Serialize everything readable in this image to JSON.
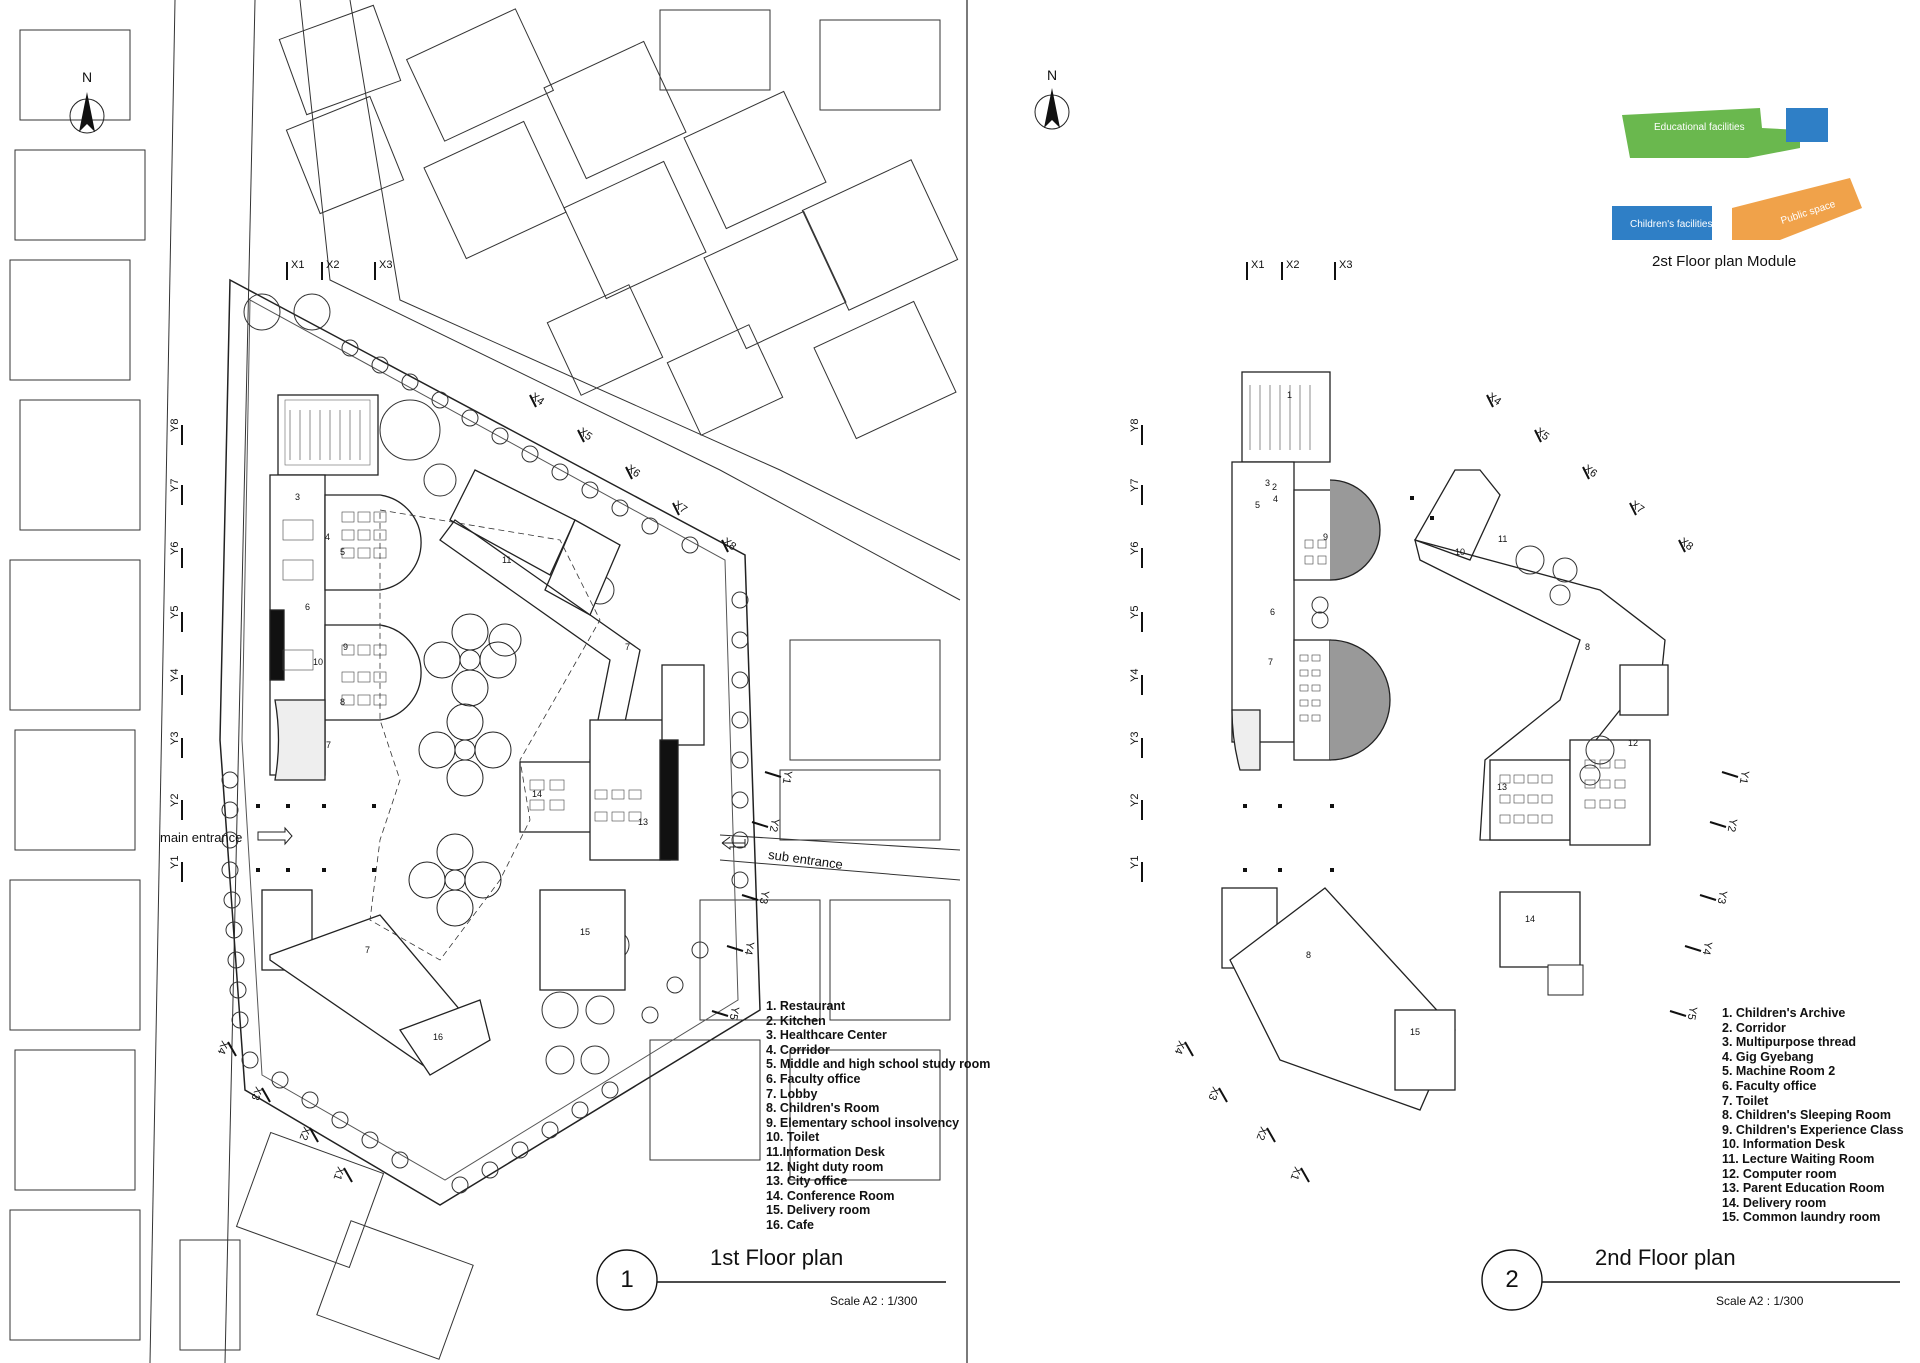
{
  "sheet1": {
    "north": "N",
    "title": "1st Floor plan",
    "number": "1",
    "scale": "Scale A2 : 1/300",
    "main_entrance": "main entrance",
    "sub_entrance": "sub entrance",
    "grid_x": [
      "X1",
      "X2",
      "X3",
      "X4",
      "X5",
      "X6",
      "X7",
      "X8"
    ],
    "grid_x_lower": [
      "X4",
      "X3",
      "X2",
      "X1"
    ],
    "grid_y": [
      "Y8",
      "Y7",
      "Y6",
      "Y5",
      "Y4",
      "Y3",
      "Y2",
      "Y1"
    ],
    "grid_y_right": [
      "Y1",
      "Y2",
      "Y3",
      "Y4",
      "Y5"
    ],
    "legend": [
      "1. Restaurant",
      "2. Kitchen",
      "3. Healthcare Center",
      "4. Corridor",
      "5. Middle and high school study room",
      "6. Faculty office",
      "7. Lobby",
      "8. Children's Room",
      "9. Elementary school insolvency",
      "10. Toilet",
      "11.Information Desk",
      "12. Night duty room",
      "13. City office",
      "14. Conference Room",
      "15. Delivery room",
      "16. Cafe"
    ]
  },
  "sheet2": {
    "north": "N",
    "title": "2nd Floor plan",
    "number": "2",
    "scale": "Scale A2 : 1/300",
    "module_title": "2st Floor plan Module",
    "module_keys": {
      "educational": "Educational facilities",
      "children": "Children's facilities",
      "public": "Public space"
    },
    "colors": {
      "educational": "#6ab84e",
      "children": "#2f7fc6",
      "public": "#f0a24a"
    },
    "grid_x": [
      "X1",
      "X2",
      "X3",
      "X4",
      "X5",
      "X6",
      "X7",
      "X8"
    ],
    "grid_x_lower": [
      "X4",
      "X3",
      "X2",
      "X1"
    ],
    "grid_y": [
      "Y8",
      "Y7",
      "Y6",
      "Y5",
      "Y4",
      "Y3",
      "Y2",
      "Y1"
    ],
    "grid_y_right": [
      "Y1",
      "Y2",
      "Y3",
      "Y4",
      "Y5"
    ],
    "legend": [
      "1. Children's Archive",
      "2. Corridor",
      "3. Multipurpose thread",
      "4. Gig Gyebang",
      "5. Machine Room 2",
      "6. Faculty office",
      "7. Toilet",
      "8. Children's Sleeping Room",
      "9. Children's Experience Class",
      "10. Information Desk",
      "11. Lecture Waiting Room",
      "12. Computer room",
      "13. Parent Education Room",
      "14. Delivery room",
      "15. Common laundry room"
    ]
  }
}
